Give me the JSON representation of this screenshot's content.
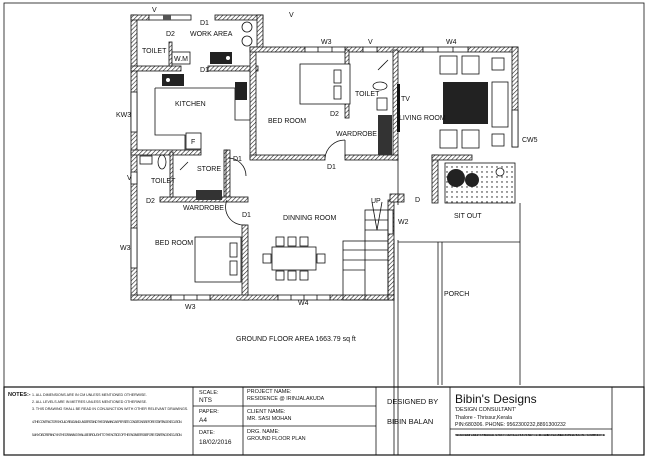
{
  "plan": {
    "rooms": {
      "work_area": "WORK AREA",
      "toilet_top": "TOILET",
      "wm": "W.M",
      "kitchen": "KITCHEN",
      "fridge": "F",
      "store": "STORE",
      "toilet_lower": "TOILET",
      "wardrobe_lower": "WARDROBE",
      "bedroom_left": "BED ROOM",
      "dining": "DINNING ROOM",
      "bedroom_main": "BED ROOM",
      "toilet_attached": "TOILET",
      "wardrobe_main": "WARDROBE",
      "living": "LIVING ROOM",
      "tv": "TV",
      "sit_out": "SIT OUT",
      "porch": "PORCH",
      "up": "UP"
    },
    "openings": {
      "v_top_left": "V",
      "v_top_mid": "V",
      "v_toilet": "V",
      "v_lower": "V",
      "d1_work": "D1",
      "d1_kitchen": "D1",
      "d2_toilet": "D2",
      "d1_store": "D1",
      "d1_bed": "D1",
      "d1_wardrobe": "D1",
      "d2_attached": "D2",
      "d2_lower": "D2",
      "d1_bed_left": "D1",
      "d_main": "D",
      "kw3": "KW3",
      "w3_top": "W3",
      "w4_top": "W4",
      "cw5": "CW5",
      "w2": "W2",
      "w3_left": "W3",
      "w3_bottom": "W3",
      "w4_bottom": "W4"
    },
    "area_label": "GROUND FLOOR AREA  1663.79 sq ft"
  },
  "title_block": {
    "notes_label": "NOTES:-",
    "notes": [
      "1. ALL DIMENSIONS ARE IN CM UNLESS MENTIONED OTHERWISE.",
      "2. ALL LEVELS ARE IN METRES UNLESS MENTIONED OTHERWISE.",
      "3. THIS DRAWING SHALL BE READ IN CONJUNCTION WITH OTHER RELEVANT DRAWINGS.",
      "4. THE CONTRACTOR SHOULD READ AND UNDERSTAND THE DRAWING AS PER SITE CONDITIONS BEFORE STARTING EXECUTION.",
      "5. ANY DISCREPANCY IN THE DRAWING SHALL BE BROUGHT TO THE NOTICE OF THE ENGINEERS BEFORE STARTING EXECUTION."
    ],
    "scale_label": "SCALE:",
    "scale": "NTS",
    "paper_label": "PAPER:",
    "paper": "A4",
    "date_label": "DATE:",
    "date": "18/02/2016",
    "project_label": "PROJECT NAME:",
    "project": "RESIDENCE @ IRINJALAKUDA",
    "client_label": "CLIENT NAME:",
    "client": "MR. SASI MOHAN",
    "drg_label": "DRG. NAME:",
    "drg": "GROUND FLOOR PLAN",
    "designed_by_label": "DESIGNED BY",
    "designer": "BIBIN BALAN",
    "firm": "Bibin's Designs",
    "firm_tagline": "'DESIGN CONSULTANT'",
    "firm_address": "Thalore - Thrissur,Kerala",
    "firm_contact": "PIN:680306.  PHONE:  9562300232,8891300232",
    "copyright": "THIS DRAWING AND THE DESIGN IT COVERS ARE THE PROPERTY OF BD. THEY ARE MERELY LOANED ON THE BORROWERS EXPRESS AGREEMENT THAT THEY WILL NOT BE REPRODUCED COPIED LOANED EXHIBITED NOR USED EXCEPT IN THE LIMITED WAY AND PRIVATE USE PERMITTED AND WRITTEN CONSENT GIVEN BY BD. TO THE BORROWER."
  }
}
